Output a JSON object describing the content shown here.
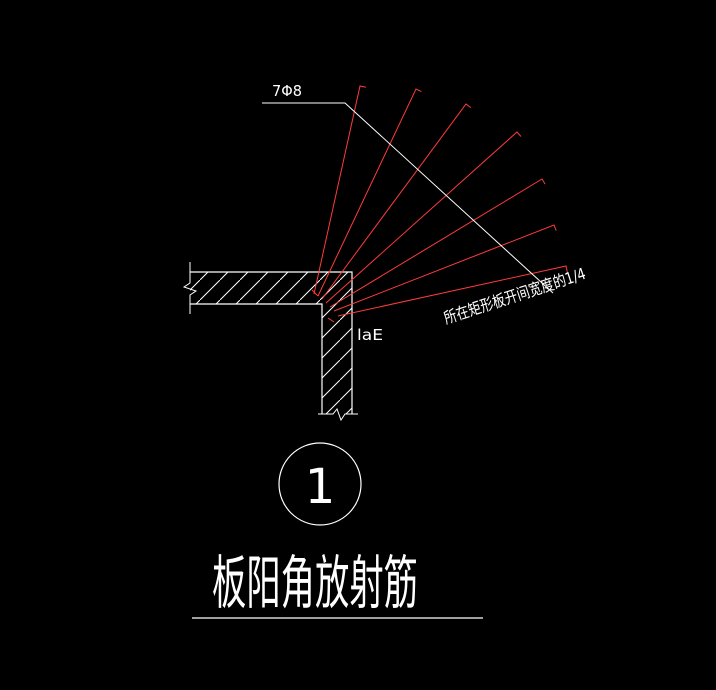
{
  "drawing": {
    "background_color": "#000000",
    "line_color": "#ffffff",
    "rebar_color": "#ff3b3b",
    "rebar_count": 7,
    "rebar_label": "7Φ8",
    "length_label": "laE",
    "spacing_note": "所在矩形板开间宽度的1/4",
    "detail_number": "1",
    "title": "板阳角放射筋"
  }
}
